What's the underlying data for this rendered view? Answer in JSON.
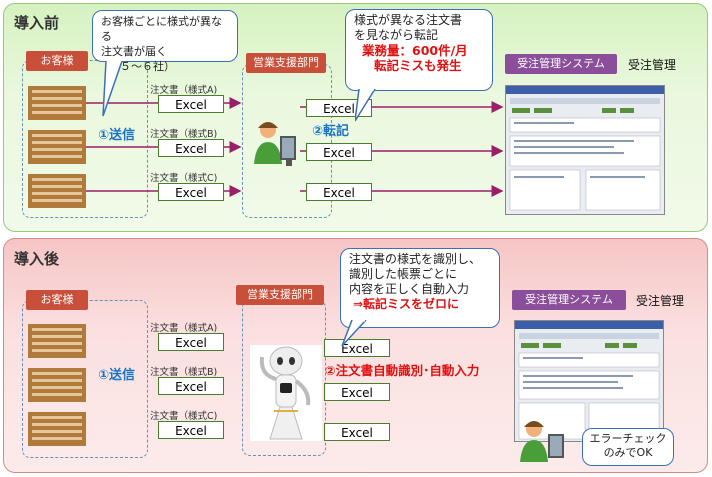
{
  "before": {
    "title": "導入前",
    "customer_label": "お客様",
    "bubble_lines": [
      "お客様ごとに様式が異なる",
      "注文書が届く",
      "（５～６社）"
    ],
    "dept_label": "営業支援部門",
    "dept_bubble_lines": [
      "様式が異なる注文書",
      "を見ながら転記"
    ],
    "dept_bubble_red_lines": [
      "業務量：600件/月",
      "転記ミスも発生"
    ],
    "system_label": "受注管理システム",
    "system_caption": "受注管理",
    "send_label": "①送信",
    "transcribe_label": "②転記",
    "forms": [
      "注文書（様式A)",
      "注文書（様式B)",
      "注文書（様式C)"
    ],
    "excel": "Excel"
  },
  "after": {
    "title": "導入後",
    "customer_label": "お客様",
    "dept_label": "営業支援部門",
    "dept_bubble_lines": [
      "注文書の様式を識別し、",
      "識別した帳票ごとに",
      "内容を正しく自動入力"
    ],
    "dept_bubble_red": "⇒転記ミスをゼロに",
    "system_label": "受注管理システム",
    "system_caption": "受注管理",
    "send_label": "①送信",
    "auto_label": "②注文書自動識別･自動入力",
    "forms": [
      "注文書（様式A)",
      "注文書（様式B)",
      "注文書（様式C)"
    ],
    "excel": "Excel",
    "error_lines": [
      "エラーチェック",
      "のみでOK"
    ]
  },
  "colors": {
    "arrow": "#9b1e6b",
    "building": "#b07a3a",
    "label_red": "#c8503a",
    "label_purple": "#8a4e9a"
  }
}
